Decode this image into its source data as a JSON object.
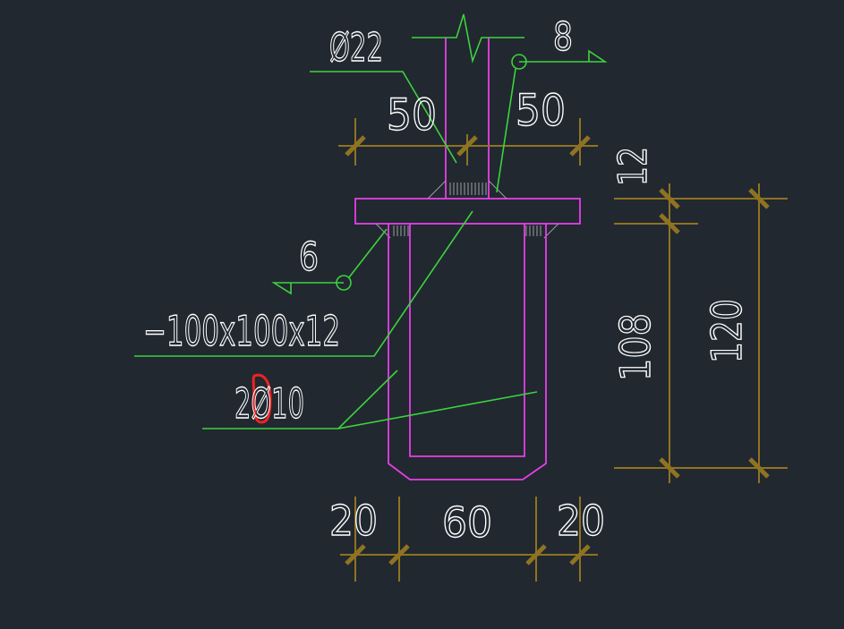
{
  "labels": {
    "bolt_dia": "Ø22",
    "weld_top": "8",
    "weld_left": "6",
    "dim_left": "50",
    "dim_right": "50",
    "plate_thk": "12",
    "height_inner": "108",
    "height_total": "120",
    "plate_spec": "−100x100x12",
    "rebar_spec": "2Ø10",
    "bottom_left": "20",
    "bottom_mid": "60",
    "bottom_right": "20"
  },
  "colors": {
    "background": "#212830",
    "dimension": "#8f7320",
    "member": "#e63fe6",
    "leader": "#3ed23e",
    "markup": "#ee2222",
    "text": "#ffffff"
  }
}
